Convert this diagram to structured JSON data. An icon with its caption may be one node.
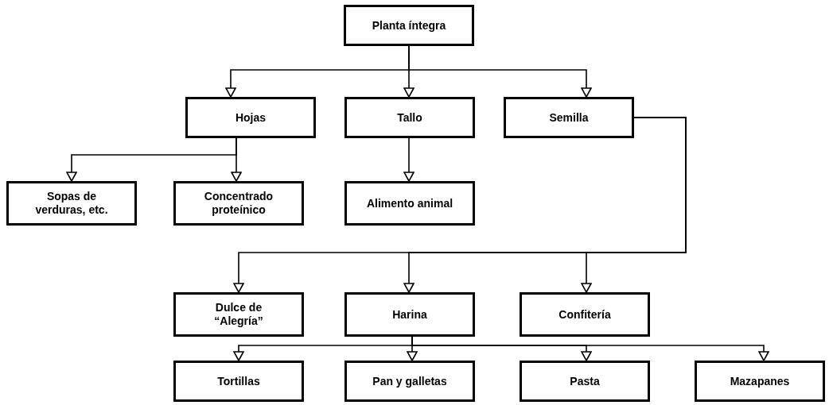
{
  "diagram": {
    "nodes": [
      {
        "text": [
          "Planta íntegra"
        ]
      },
      {
        "text": [
          "Hojas"
        ]
      },
      {
        "text": [
          "Tallo"
        ]
      },
      {
        "text": [
          "Semilla"
        ]
      },
      {
        "text": [
          "Sopas de verduras, etc."
        ]
      },
      {
        "text": [
          "Concentrado proteínico"
        ]
      },
      {
        "text": [
          "Alimento animal"
        ]
      },
      {
        "text": [
          "Dulce de “Alegría”"
        ]
      },
      {
        "text": [
          "Harina"
        ]
      },
      {
        "text": [
          "Confitería"
        ]
      },
      {
        "text": [
          "Tortillas"
        ]
      },
      {
        "text": [
          "Pan y galletas"
        ]
      },
      {
        "text": [
          "Pasta"
        ]
      },
      {
        "text": [
          "Mazapanes"
        ]
      }
    ],
    "edges": [
      {
        "from": 0,
        "to": 1,
        "arrow": "to"
      },
      {
        "from": 0,
        "to": 2,
        "arrow": "to"
      },
      {
        "from": 0,
        "to": 3,
        "arrow": "to"
      },
      {
        "from": 1,
        "to": 4,
        "arrow": "to"
      },
      {
        "from": 1,
        "to": 5,
        "arrow": "to"
      },
      {
        "from": 2,
        "to": 6,
        "arrow": "to"
      },
      {
        "from": 3,
        "to": 7,
        "arrow": "to"
      },
      {
        "from": 3,
        "to": 8,
        "arrow": "to"
      },
      {
        "from": 3,
        "to": 9,
        "arrow": "to"
      },
      {
        "from": 8,
        "to": 10,
        "arrow": "to"
      },
      {
        "from": 8,
        "to": 11,
        "arrow": "to"
      },
      {
        "from": 8,
        "to": 12,
        "arrow": "to"
      },
      {
        "from": 8,
        "to": 13,
        "arrow": "to"
      }
    ]
  }
}
